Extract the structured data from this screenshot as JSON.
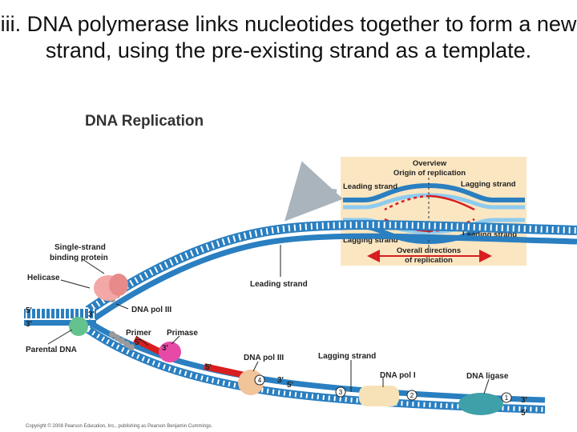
{
  "title": "iii.  DNA polymerase links nucleotides together to form a new strand, using the pre-existing strand as a template.",
  "diagram": {
    "heading": "DNA Replication",
    "overview": {
      "title": "Overview",
      "origin": "Origin of replication",
      "leading_top": "Leading strand",
      "lagging_top": "Lagging strand",
      "lagging_bottom": "Lagging strand",
      "leading_bottom": "Leading strand",
      "directions_1": "Overall directions",
      "directions_2": "of replication"
    },
    "labels": {
      "ssb_1": "Single-strand",
      "ssb_2": "binding protein",
      "helicase": "Helicase",
      "parental": "Parental DNA",
      "leading": "Leading strand",
      "pol3_top": "DNA pol III",
      "primer": "Primer",
      "primase": "Primase",
      "pol3_bottom": "DNA pol III",
      "lagging": "Lagging strand",
      "pol1": "DNA pol I",
      "ligase": "DNA ligase"
    },
    "ends": {
      "left_5": "5'",
      "left_3": "3'",
      "mid_3": "3'",
      "primer_5": "5'",
      "primase_3": "3'",
      "frag_5": "5'",
      "pol_3": "3'",
      "pol_5": "5'",
      "right_3": "3'",
      "right_5": "5'"
    },
    "steps": [
      "1",
      "2",
      "3",
      "4"
    ],
    "copyright": "Copyright © 2008 Pearson Education, Inc., publishing as Pearson Benjamin Cummings.",
    "colors": {
      "backbone": "#2a7fc0",
      "backbone_light": "#8ecbef",
      "new_strand": "#d81e1e",
      "overview_bg": "#fbe6c2",
      "helicase": "#f3a7a7",
      "primase": "#e64aa6",
      "pol3": "#f1c49a",
      "ligase": "#3ea0a8"
    }
  }
}
